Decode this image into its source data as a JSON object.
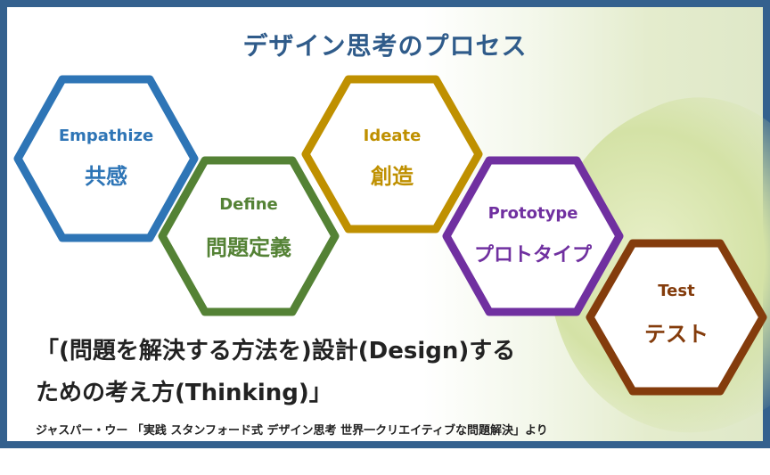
{
  "title": "デザイン思考のプロセス",
  "steps": [
    {
      "en": "Empathize",
      "ja": "共感",
      "color": "#2e75b6"
    },
    {
      "en": "Define",
      "ja": "問題定義",
      "color": "#548235"
    },
    {
      "en": "Ideate",
      "ja": "創造",
      "color": "#bf9000"
    },
    {
      "en": "Prototype",
      "ja": "プロトタイプ",
      "color": "#7030a0"
    },
    {
      "en": "Test",
      "ja": "テスト",
      "color": "#843c0c"
    }
  ],
  "quote": {
    "line1": "「(問題を解決する方法を)設計(Design)する",
    "line2": "ための考え方(Thinking)」"
  },
  "source": "ジャスパー・ウー 「実践 スタンフォード式 デザイン思考 世界一クリエイティブな問題解決」より",
  "colors": {
    "frame": "#34618e",
    "title": "#2f5b8a"
  }
}
